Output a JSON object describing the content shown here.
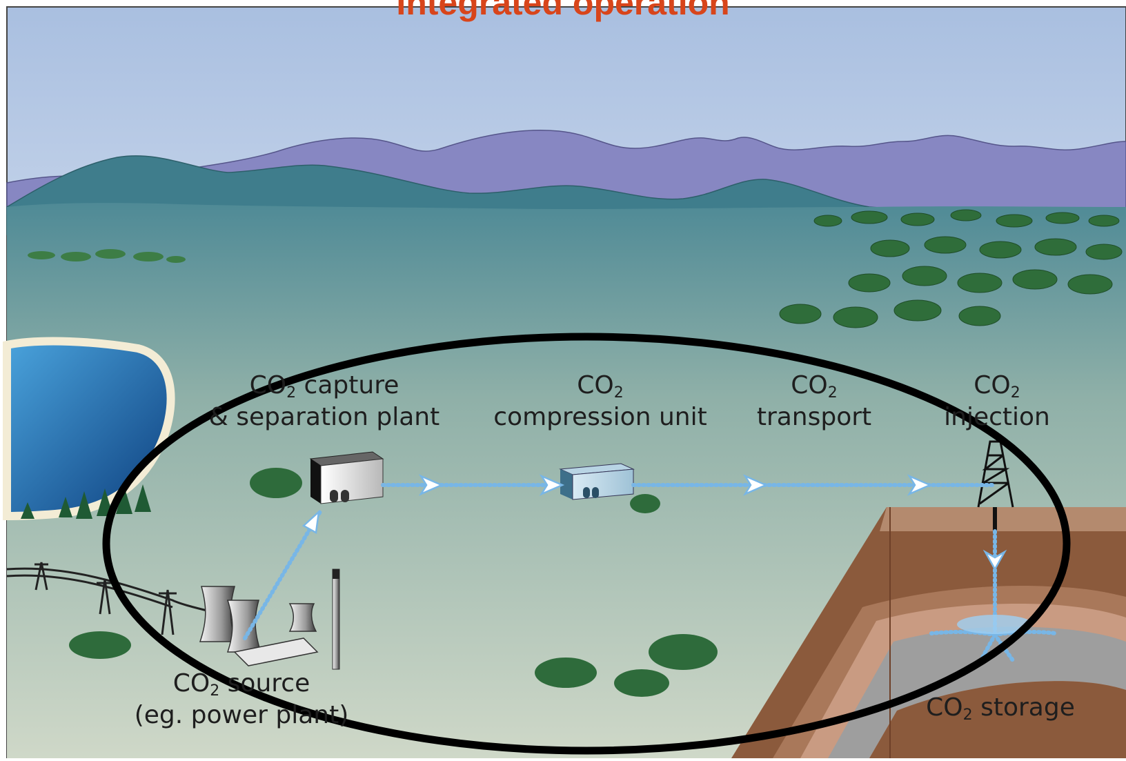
{
  "title": "Integrated operation",
  "labels": {
    "capture": {
      "co": "CO",
      "sub": "2",
      "rest": " capture",
      "line2": "& separation plant"
    },
    "compression": {
      "co": "CO",
      "sub": "2",
      "line2": "compression unit"
    },
    "transport": {
      "co": "CO",
      "sub": "2",
      "line2": "transport"
    },
    "injection": {
      "co": "CO",
      "sub": "2",
      "line2": "injection"
    },
    "source": {
      "co": "CO",
      "sub": "2",
      "rest": " source",
      "line2": "(eg. power plant)"
    },
    "storage": {
      "co": "CO",
      "sub": "2",
      "rest": " storage"
    }
  },
  "colors": {
    "title": "#d8451b",
    "flow": "#78b6e6",
    "highlight_ring": "#000000"
  },
  "icons": [
    "mountains",
    "lake",
    "forest",
    "power-plant",
    "capture-plant",
    "compression-unit",
    "pipeline",
    "drilling-rig",
    "rock-strata",
    "power-pylons"
  ]
}
